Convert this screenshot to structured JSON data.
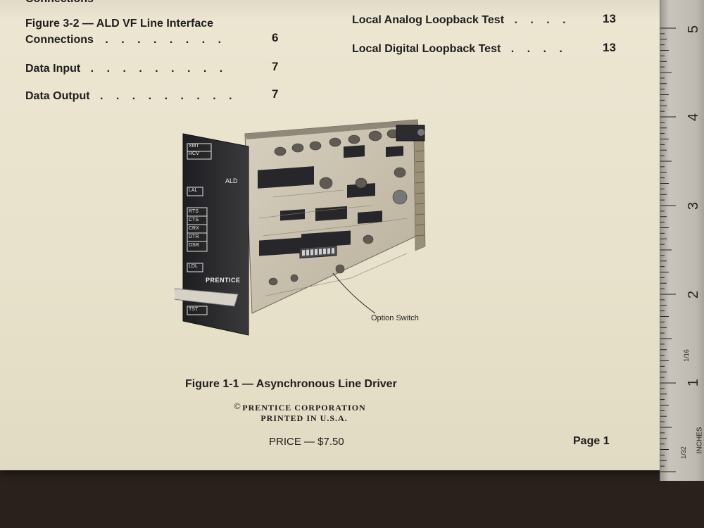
{
  "toc": {
    "cut_line": "Connections",
    "left_entries": [
      {
        "line1": "Figure 3-2 — ALD VF Line Interface",
        "line2": "Connections",
        "dots": ". . . . . . . .",
        "page": "6"
      },
      {
        "line1": "Data Input",
        "dots": ". . . . . . . . .",
        "page": "7"
      },
      {
        "line1": "Data Output",
        "dots": ". . . . . . . . .",
        "page": "7"
      }
    ],
    "right_entries": [
      {
        "line1": "Local Analog Loopback Test",
        "dots": ". . . .",
        "page": "13"
      },
      {
        "line1": "Local Digital Loopback Test",
        "dots": ". . . .",
        "page": "13"
      }
    ]
  },
  "figure": {
    "panel_labels": [
      "XMT",
      "RCV",
      "LAL",
      "RTS",
      "CTS",
      "CRX",
      "DTR",
      "DSR",
      "LDL",
      "TST"
    ],
    "panel_model": "ALD",
    "panel_brand": "PRENTICE",
    "callout": "Option Switch",
    "caption": "Figure 1-1 — Asynchronous Line Driver"
  },
  "footer": {
    "copyright_symbol": "©",
    "copyright_line1": "PRENTICE CORPORATION",
    "copyright_line2": "PRINTED IN U.S.A.",
    "price": "PRICE — $7.50",
    "page": "Page 1"
  },
  "ruler": {
    "numbers": [
      "5",
      "4",
      "3",
      "2",
      "1"
    ],
    "fraction_label": "1/16",
    "fraction_label_2": "1/32",
    "unit_label": "INCHES"
  },
  "colors": {
    "paper": "#e8e2cc",
    "ink": "#1f1d1d",
    "panel": "#2b2a2c",
    "board": "#cfc7b4",
    "background": "#2a211c"
  }
}
